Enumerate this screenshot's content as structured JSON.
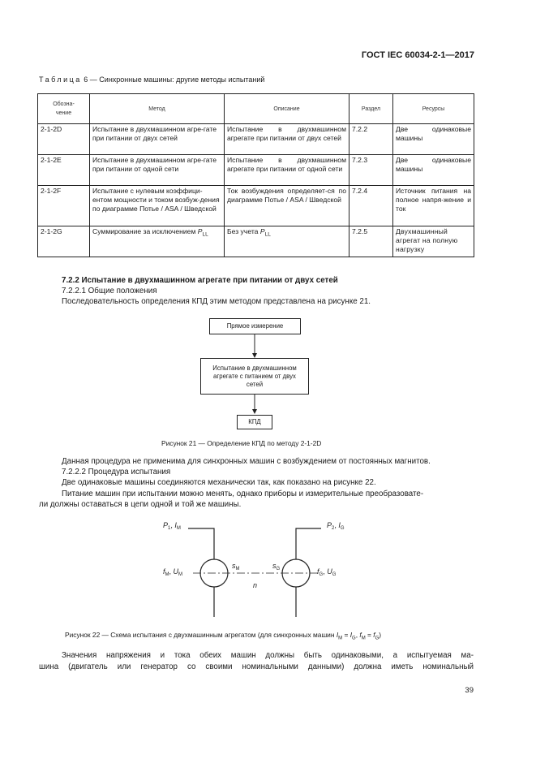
{
  "header": {
    "standard": "ГОСТ IEC 60034-2-1—2017"
  },
  "table": {
    "caption_prefix": "Таблица",
    "caption_rest": " 6 — Синхронные машины: другие методы испытаний",
    "headers": [
      "Обозна-\nчение",
      "Метод",
      "Описание",
      "Раздел",
      "Ресурсы"
    ],
    "rows": [
      {
        "code": "2-1-2D",
        "method": "Испытание в двухмашинном агре-гате при питании от двух сетей",
        "desc": "Испытание в двухмашинном агрегате при питании от двух сетей",
        "section": "7.2.2",
        "res": "Две одинаковые машины"
      },
      {
        "code": "2-1-2E",
        "method": "Испытание в двухмашинном агре-гате при питании от одной сети",
        "desc": "Испытание в двухмашинном агрегате при питании от одной сети",
        "section": "7.2.3",
        "res": "Две одинаковые машины"
      },
      {
        "code": "2-1-2F",
        "method": "Испытание с нулевым коэффици-ентом мощности и током возбуж-дения по диаграмме Потье / ASA / Шведской",
        "desc": "Ток возбуждения определяет-ся по диаграмме Потье / ASA / Шведской",
        "section": "7.2.4",
        "res": "Источник питания на полное напря-жение и ток"
      },
      {
        "code": "2-1-2G",
        "method_pre": "Суммирование за исключением ",
        "method_sym": "P",
        "method_sub": "LL",
        "desc_pre": "Без учета ",
        "desc_sym": "P",
        "desc_sub": "LL",
        "section": "7.2.5",
        "res": "Двухмашинный агрегат на полную нагрузку"
      }
    ]
  },
  "section": {
    "heading": "7.2.2 Испытание в двухмашинном агрегате при питании от двух сетей",
    "sub1": "7.2.2.1 Общие положения",
    "p1": "Последовательность определения КПД этим методом представлена на рисунке 21.",
    "p2": "Данная процедура не применима для синхронных машин с возбуждением от постоянных магнитов.",
    "sub2": "7.2.2.2 Процедура испытания",
    "p3": "Две одинаковые машины соединяются механически так, как показано на рисунке 22.",
    "p4a": "Питание машин при испытании можно менять, однако приборы и измерительные преобразовате-",
    "p4b": "ли должны оставаться в цепи одной и той же машины.",
    "p5a": "Значения напряжения и тока обеих машин должны быть одинаковыми, а испытуемая ма-",
    "p5b": "шина (двигатель или генератор со своими номинальными данными) должна иметь номинальный"
  },
  "fig21": {
    "box1": "Прямое измерение",
    "box2": "Испытание в двухмашинном агрегате с питанием от двух сетей",
    "box3": "КПД",
    "caption": "Рисунок 21 — Определение КПД по методу 2-1-2D"
  },
  "fig22": {
    "labels": {
      "p1": "P",
      "p1sub": "1",
      "i_m": "I",
      "m": "M",
      "p2": "P",
      "p2sub": "2",
      "i_g": "I",
      "g": "G",
      "f": "f",
      "u": "U",
      "s": "s",
      "n": "n"
    },
    "caption_pre": "Рисунок 22 — Схема испытания с двухмашинным агрегатом (для синхронных машин "
  },
  "page_number": "39"
}
